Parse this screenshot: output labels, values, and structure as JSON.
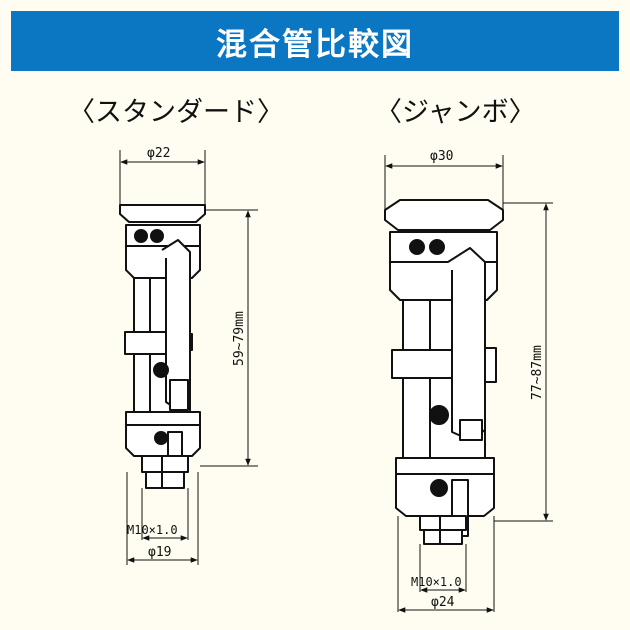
{
  "header": {
    "title": "混合管比較図"
  },
  "standard": {
    "label": "〈スタンダード〉",
    "dia_top": "φ22",
    "length": "59~79mm",
    "thread": "M10×1.0",
    "dia_bottom": "φ19"
  },
  "jumbo": {
    "label": "〈ジャンボ〉",
    "dia_top": "φ30",
    "length": "77~87mm",
    "thread": "M10×1.0",
    "dia_bottom": "φ24"
  }
}
